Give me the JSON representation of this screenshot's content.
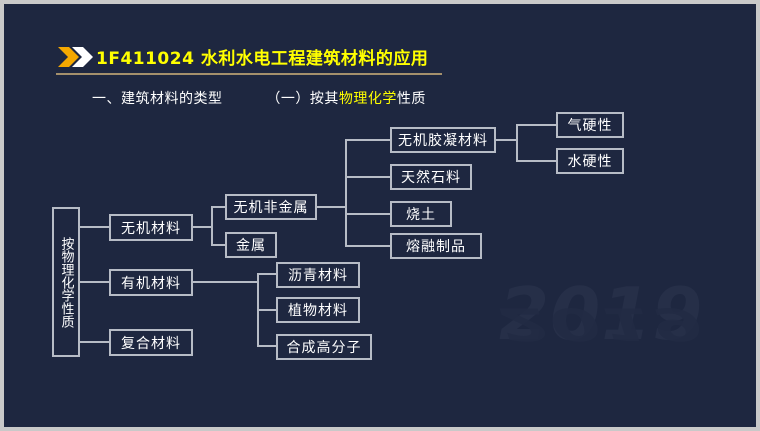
{
  "slide": {
    "background_color": "#1e2740",
    "border_color": "#c9c9c9",
    "watermark": "2019",
    "watermark_reflection": "2019"
  },
  "header": {
    "bullet_icon": "double-chevron-right-icon",
    "code": "1F411024",
    "title": "1F411024  水利水电工程建筑材料的应用",
    "title_color": "#ffff00",
    "rule_color": "#a4906c",
    "subtitle_part1": "一、建筑材料的类型",
    "subtitle_part2": "（一）按其",
    "subtitle_highlight": "物理化学",
    "subtitle_part3": "性质",
    "subtitle_color": "#ffffff",
    "subtitle_highlight_color": "#ffff00"
  },
  "diagram": {
    "line_color": "#b7bcc6",
    "node_border_color": "#b7bcc6",
    "node_text_color": "#ffffff",
    "root": {
      "label": "按物理化学性质",
      "orientation": "vertical"
    },
    "level1": [
      {
        "label": "无机材料"
      },
      {
        "label": "有机材料"
      },
      {
        "label": "复合材料"
      }
    ],
    "level2_inorganic": [
      {
        "label": "无机非金属"
      },
      {
        "label": "金属"
      }
    ],
    "level3_nonmetal": [
      {
        "label": "无机胶凝材料"
      },
      {
        "label": "天然石料"
      },
      {
        "label": "烧土"
      },
      {
        "label": "熔融制品"
      }
    ],
    "level4_cementitious": [
      {
        "label": "气硬性"
      },
      {
        "label": "水硬性"
      }
    ],
    "level2_organic": [
      {
        "label": "沥青材料"
      },
      {
        "label": "植物材料"
      },
      {
        "label": "合成高分子"
      }
    ]
  }
}
